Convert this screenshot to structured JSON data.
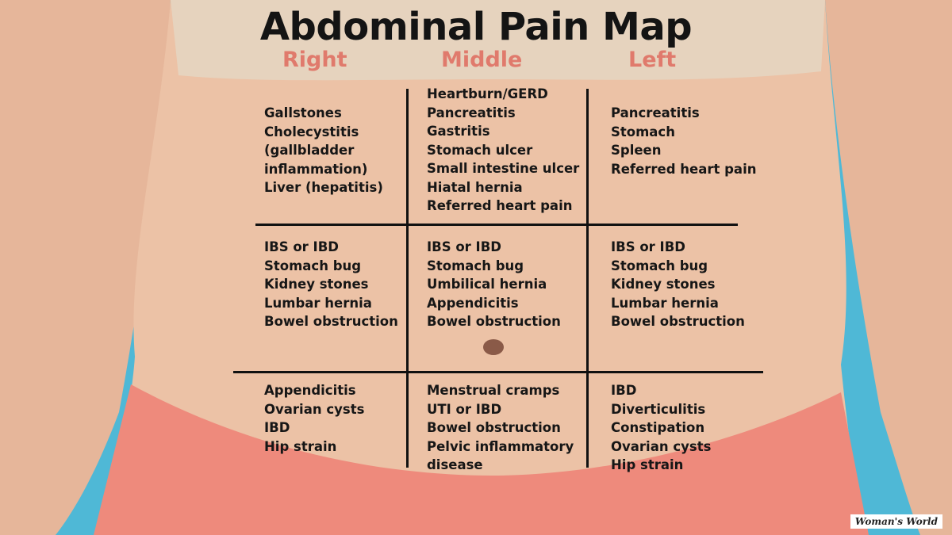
{
  "title": "Abdominal Pain Map",
  "columns": [
    "Right",
    "Middle",
    "Left"
  ],
  "colors": {
    "background": "#4fb8d6",
    "skin": "#ecc2a6",
    "top": "#e6d3be",
    "shorts": "#ee8a7c",
    "heading": "#e07a6c"
  },
  "grid": [
    [
      [
        "Gallstones",
        "Cholecystitis",
        "(gallbladder",
        "inflammation)",
        "Liver (hepatitis)"
      ],
      [
        "Heartburn/GERD",
        "Pancreatitis",
        "Gastritis",
        "Stomach ulcer",
        "Small intestine ulcer",
        "Hiatal hernia",
        "Referred heart pain"
      ],
      [
        "Pancreatitis",
        "Stomach",
        "Spleen",
        "Referred heart pain"
      ]
    ],
    [
      [
        "IBS or IBD",
        "Stomach bug",
        "Kidney stones",
        "Lumbar hernia",
        "Bowel obstruction"
      ],
      [
        "IBS or IBD",
        "Stomach bug",
        "Umbilical hernia",
        "Appendicitis",
        "Bowel obstruction"
      ],
      [
        "IBS or IBD",
        "Stomach bug",
        "Kidney stones",
        "Lumbar hernia",
        "Bowel obstruction"
      ]
    ],
    [
      [
        "Appendicitis",
        "Ovarian cysts",
        "IBD",
        "Hip strain"
      ],
      [
        "Menstrual cramps",
        "UTI or IBD",
        "Bowel obstruction",
        "Pelvic inflammatory",
        "disease"
      ],
      [
        "IBD",
        "Diverticulitis",
        "Constipation",
        "Ovarian cysts",
        "Hip strain"
      ]
    ]
  ],
  "watermark": "Woman's World"
}
